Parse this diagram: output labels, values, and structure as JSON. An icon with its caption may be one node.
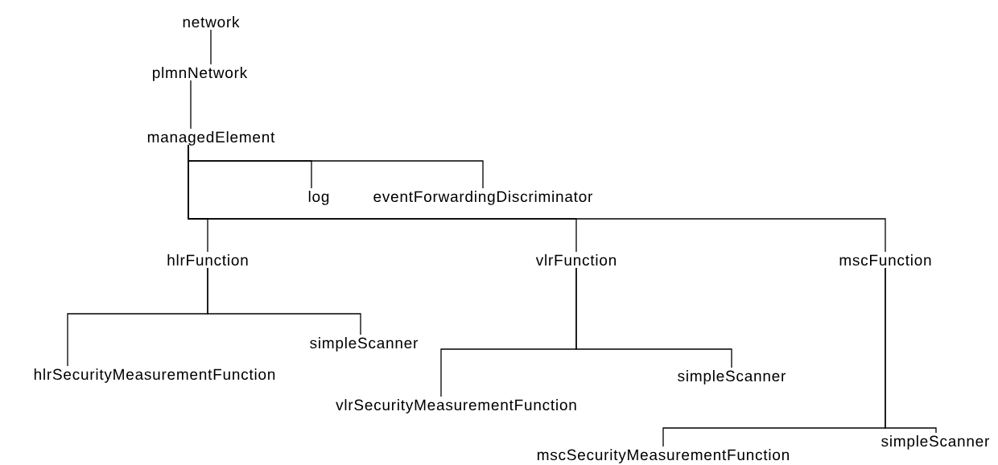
{
  "diagram": {
    "nodes": [
      {
        "text": [
          "network"
        ]
      },
      {
        "text": [
          "plmnNetwork"
        ]
      },
      {
        "text": [
          "managedElement"
        ]
      },
      {
        "text": [
          "log"
        ]
      },
      {
        "text": [
          "eventForwardingDiscriminator"
        ]
      },
      {
        "text": [
          "hlrFunction"
        ]
      },
      {
        "text": [
          "vlrFunction"
        ]
      },
      {
        "text": [
          "mscFunction"
        ]
      },
      {
        "text": [
          "hlrSecurityMeasurementFunction"
        ]
      },
      {
        "text": [
          "simpleScanner"
        ]
      },
      {
        "text": [
          "vlrSecurityMeasurementFunction"
        ]
      },
      {
        "text": [
          "simpleScanner"
        ]
      },
      {
        "text": [
          "mscSecurityMeasurementFunction"
        ]
      },
      {
        "text": [
          "simpleScanner"
        ]
      }
    ],
    "edges": [
      {
        "from": 0,
        "to": 1,
        "arrow": "none"
      },
      {
        "from": 1,
        "to": 2,
        "arrow": "none"
      },
      {
        "from": 2,
        "to": 3,
        "arrow": "none"
      },
      {
        "from": 2,
        "to": 4,
        "arrow": "none"
      },
      {
        "from": 2,
        "to": 5,
        "arrow": "none"
      },
      {
        "from": 2,
        "to": 6,
        "arrow": "none"
      },
      {
        "from": 2,
        "to": 7,
        "arrow": "none"
      },
      {
        "from": 5,
        "to": 8,
        "arrow": "none"
      },
      {
        "from": 5,
        "to": 9,
        "arrow": "none"
      },
      {
        "from": 6,
        "to": 10,
        "arrow": "none"
      },
      {
        "from": 6,
        "to": 11,
        "arrow": "none"
      },
      {
        "from": 7,
        "to": 12,
        "arrow": "none"
      },
      {
        "from": 7,
        "to": 13,
        "arrow": "none"
      }
    ]
  }
}
